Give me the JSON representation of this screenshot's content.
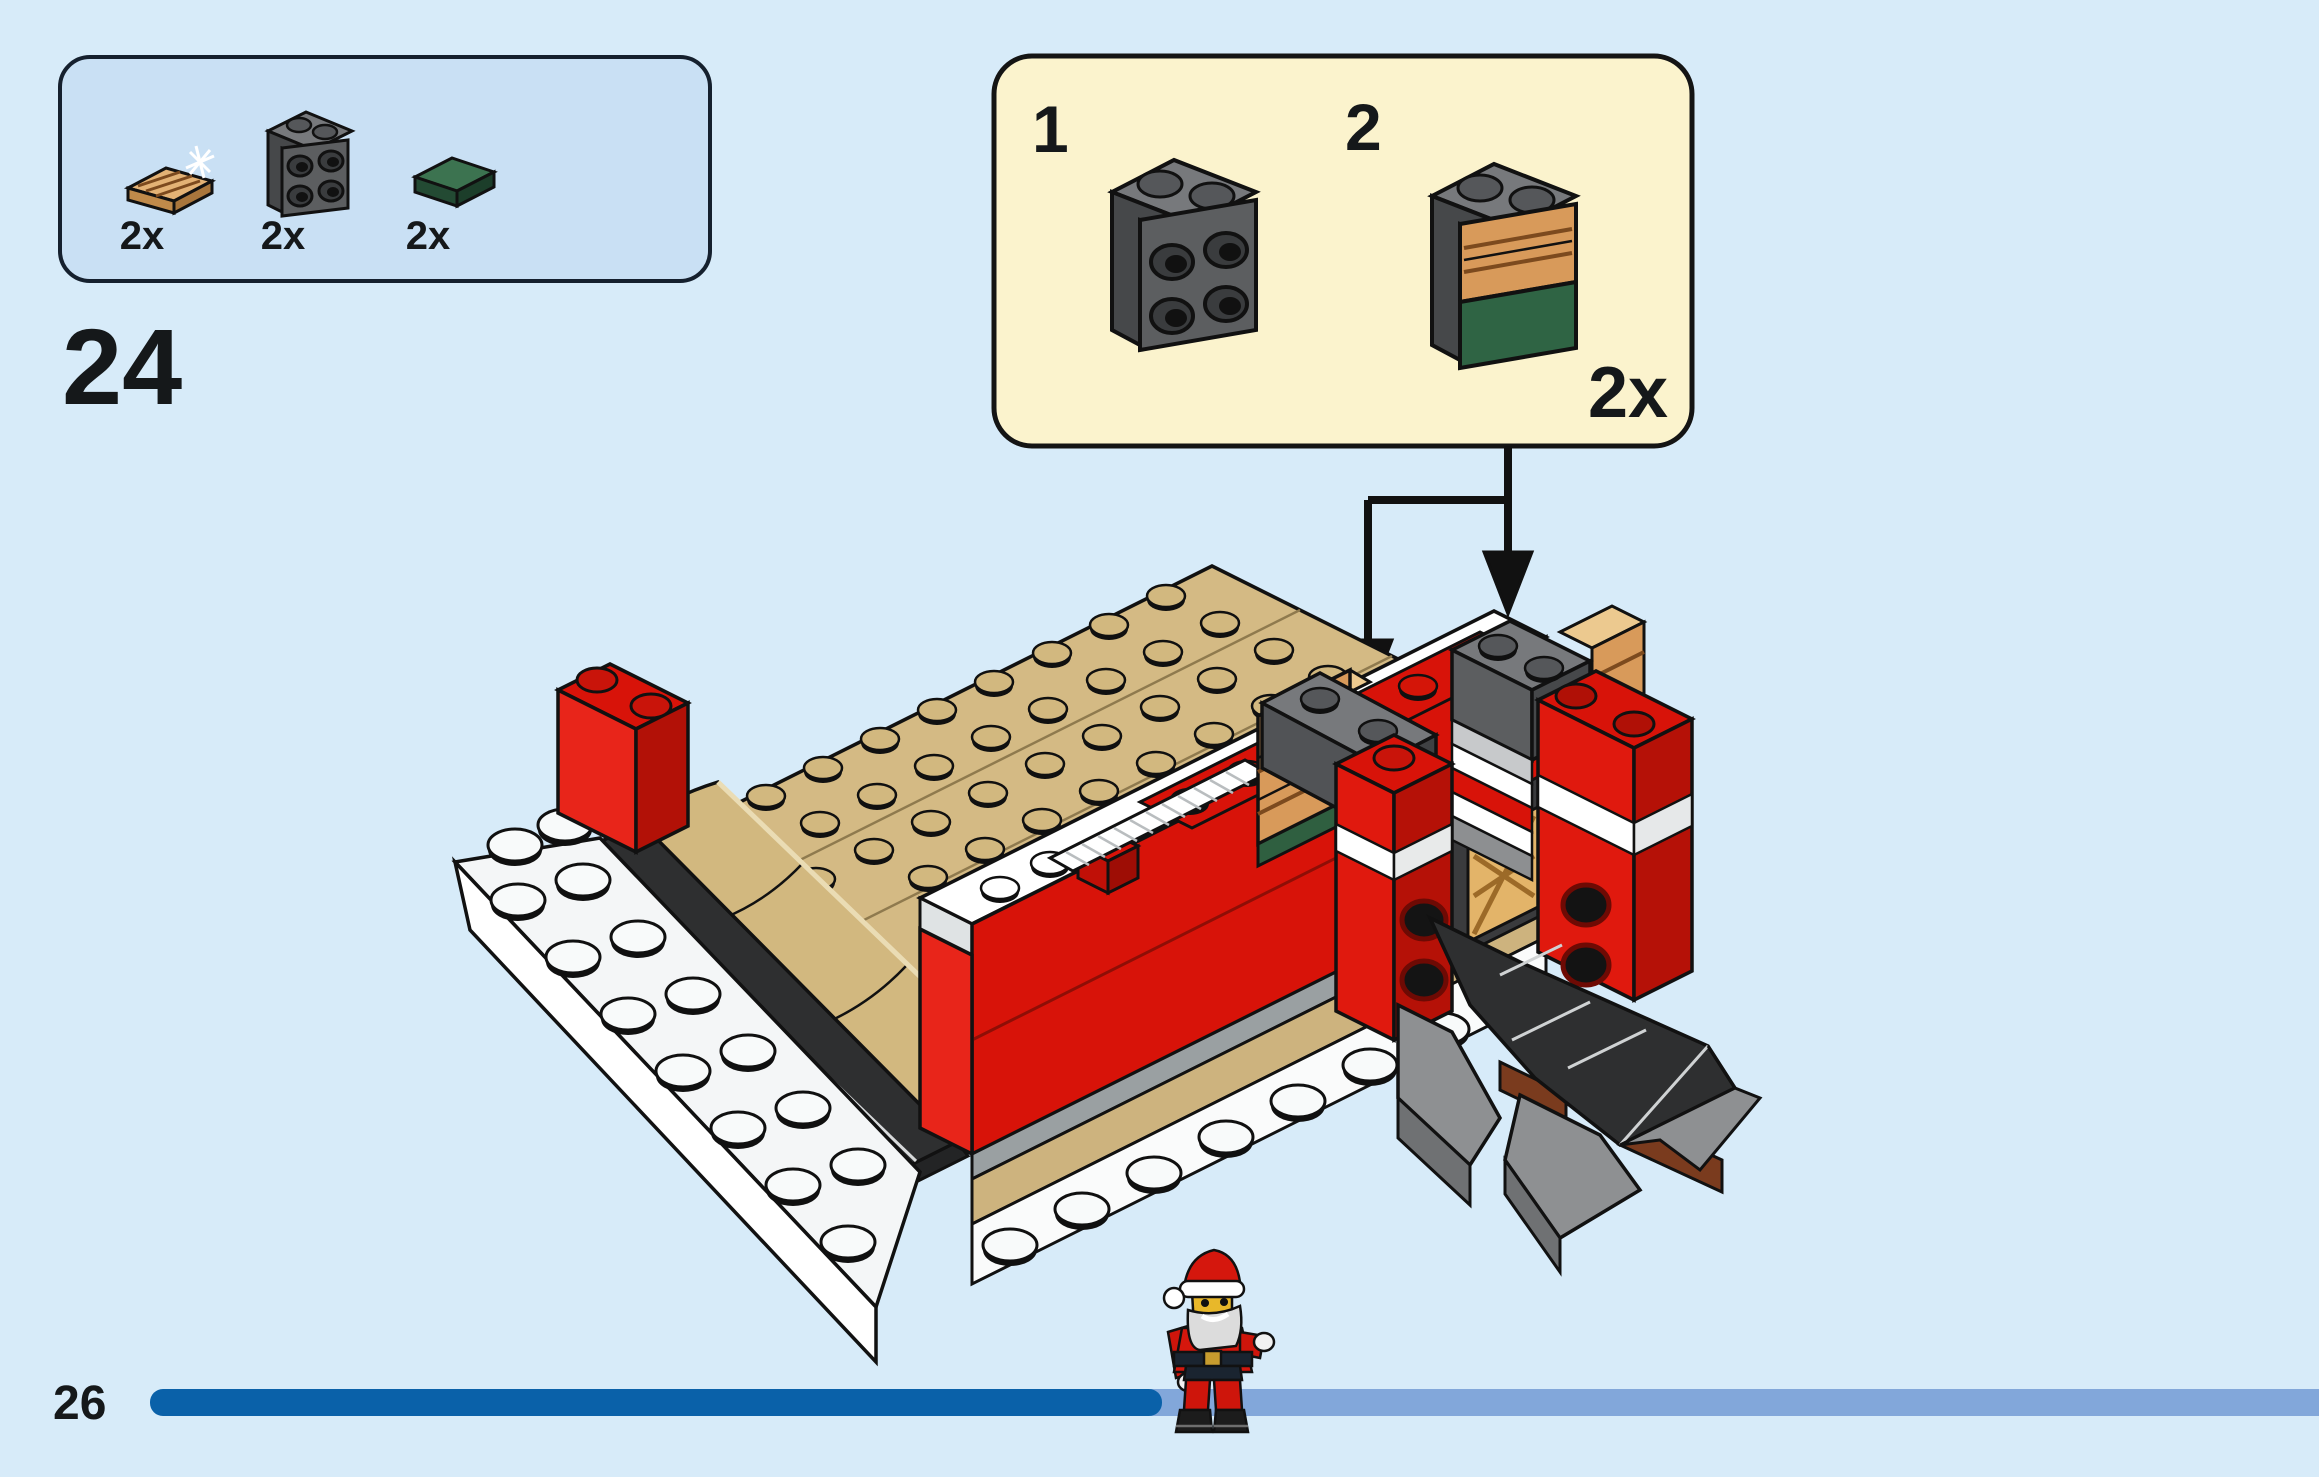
{
  "page": {
    "step_number": "24",
    "page_number": "26",
    "background_color": "#d7ebf9"
  },
  "parts_box": {
    "fill_color": "#c9e0f4",
    "border_color": "#15202e",
    "items": [
      {
        "name": "wood-grain-tile-1x2",
        "count_label": "2x",
        "color": "#d89a5a"
      },
      {
        "name": "dark-gray-bracket-1x2-2x2",
        "count_label": "2x",
        "color": "#5c5e60"
      },
      {
        "name": "green-tile-1x2",
        "count_label": "2x",
        "color": "#2f5f40"
      }
    ]
  },
  "callout_box": {
    "fill_color": "#fbf3cd",
    "border_color": "#141414",
    "count_label": "2x",
    "steps": [
      {
        "label": "1",
        "name": "dark-gray-bracket-1x2-2x2"
      },
      {
        "label": "2",
        "name": "bracket-with-wood-and-green-tiles"
      }
    ]
  },
  "model": {
    "name": "santa-sleigh-fireplace-assembly",
    "colors": {
      "red": "#d81309",
      "red_light": "#e8251a",
      "red_dark": "#b21107",
      "tan": "#d4ba84",
      "white": "#ffffff",
      "dark_gray": "#5c5e60",
      "ramp_black": "#2e2f30",
      "wood": "#d89a5a",
      "green": "#2f5f40",
      "brown": "#7a3b1e"
    }
  },
  "figure": {
    "name": "santa-minifigure"
  },
  "progress_bar": {
    "filled_color": "#0a61a9",
    "remaining_color": "#82a7da"
  }
}
